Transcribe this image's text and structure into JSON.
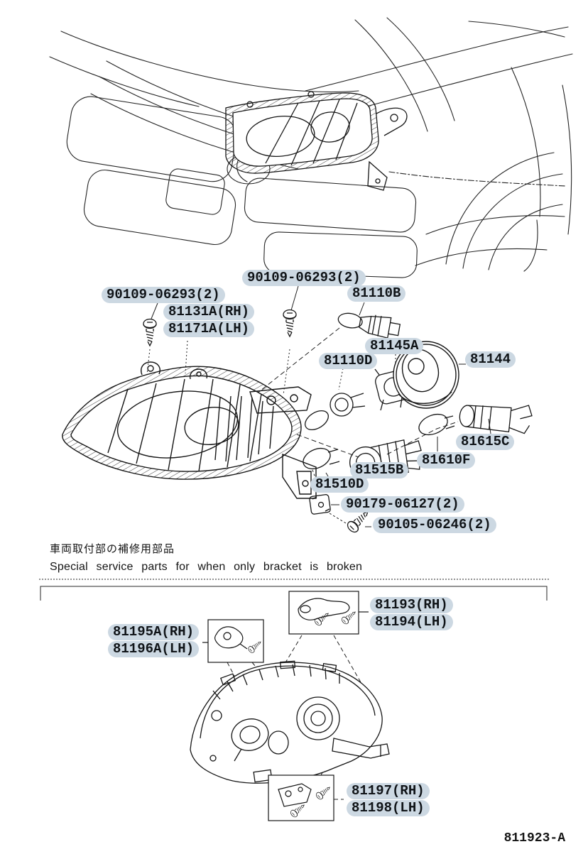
{
  "document": {
    "type": "headlamp parts catalog figure",
    "figure_number": "811923-A"
  },
  "colors": {
    "background": "#ffffff",
    "line": "#1f1f1f",
    "label_highlight": "#ccd8e2",
    "label_text": "#101418"
  },
  "section_special_service": {
    "title_jp": "車両取付部の補修用部品",
    "title_en": "Special service parts for when only bracket is broken"
  },
  "labels": {
    "screw_headlamp_left": {
      "l1": "90109-06293(2)"
    },
    "screw_headlamp_center": {
      "l1": "90109-06293(2)"
    },
    "headlamp_unit": {
      "l1": "81131A(RH)",
      "l2": "81171A(LH)"
    },
    "bulb_81110b": {
      "l1": "81110B"
    },
    "socket_81145a": {
      "l1": "81145A"
    },
    "bulb_81110d": {
      "l1": "81110D"
    },
    "cover_81144": {
      "l1": "81144"
    },
    "socket_81615c": {
      "l1": "81615C"
    },
    "bulb_81610f": {
      "l1": "81610F"
    },
    "socket_81515b": {
      "l1": "81515B"
    },
    "bulb_81510d": {
      "l1": "81510D"
    },
    "clip_90179": {
      "l1": "90179-06127(2)"
    },
    "screw_90105": {
      "l1": "90105-06246(2)"
    },
    "bracket_81193": {
      "l1": "81193(RH)",
      "l2": "81194(LH)"
    },
    "bracket_81195a": {
      "l1": "81195A(RH)",
      "l2": "81196A(LH)"
    },
    "bracket_81197": {
      "l1": "81197(RH)",
      "l2": "81198(LH)"
    }
  }
}
